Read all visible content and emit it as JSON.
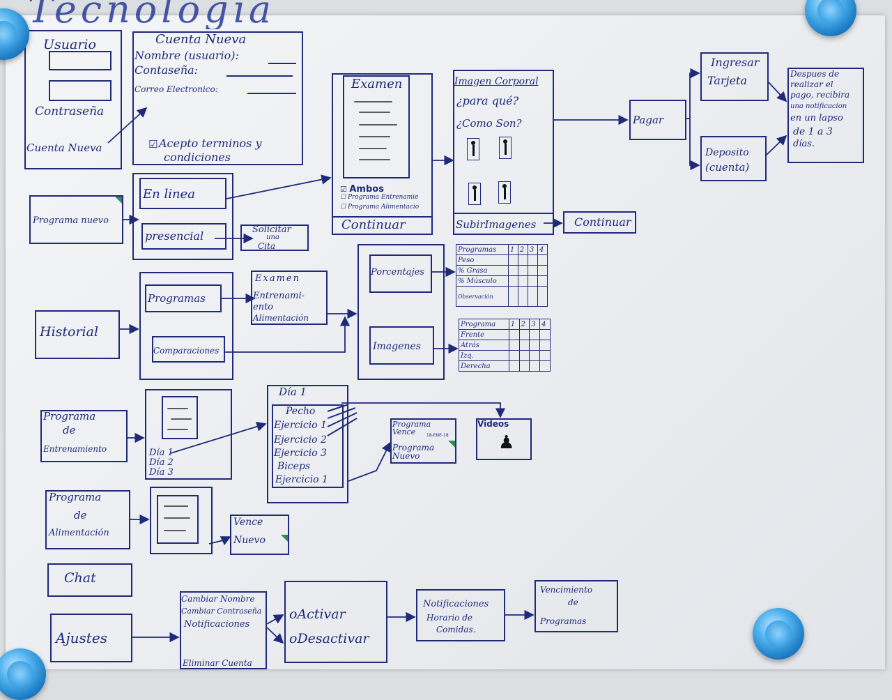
{
  "wall_title": "Tecnología",
  "login": {
    "user_label": "Usuario",
    "password_label": "Contraseña",
    "new_account_link": "Cuenta Nueva"
  },
  "new_account": {
    "title": "Cuenta Nueva",
    "name_label": "Nombre (usuario):",
    "password_label": "Contaseña:",
    "email_label": "Correo Electronico:",
    "terms_label": "Acepto terminos y",
    "terms_label_2": "condiciones"
  },
  "nuevo_programa": {
    "main": "Programa nuevo",
    "online": "En linea",
    "presencial": "presencial",
    "cita": [
      "Solicitar",
      "una",
      "Cita"
    ]
  },
  "examen": {
    "title": "Examen",
    "options": [
      "Ambos",
      "Programa Entrenamie",
      "Programa Alimentacio"
    ],
    "continue": "Continuar"
  },
  "imagen_corporal": {
    "title": "Imagen Corporal",
    "q1": "¿para qué?",
    "q2": "¿Como Son?",
    "upload": "SubirImagenes",
    "continue": "Continuar"
  },
  "pago": {
    "pay": "Pagar",
    "card": [
      "Ingresar",
      "Tarjeta"
    ],
    "deposit": [
      "Deposito",
      "(cuenta)"
    ],
    "note": [
      "Despues de",
      "realizar el",
      "pago, recibira",
      "una notificacion",
      "en un lapso",
      "de 1 a 3",
      "días."
    ]
  },
  "historial": {
    "main": "Historial",
    "programas": "Programas",
    "comparaciones": "Comparaciones",
    "exam_detail": [
      "Examen",
      "Entrenami-",
      "ento",
      "Alimentación"
    ],
    "porcentajes": "Porcentajes",
    "imagenes": "Imagenes",
    "table1": {
      "headers": [
        "Programas",
        "1",
        "2",
        "3",
        "4"
      ],
      "rows": [
        "Peso",
        "% Grasa",
        "% Músculo",
        "Observación"
      ]
    },
    "table2": {
      "headers": [
        "Programa",
        "1",
        "2",
        "3",
        "4"
      ],
      "rows": [
        "Frente",
        "Atrás",
        "Izq.",
        "Derecha"
      ]
    }
  },
  "entrenamiento": {
    "main": [
      "Programa",
      "de",
      "Entrenamiento"
    ],
    "days": [
      "Día 1",
      "Día 2",
      "Día 3"
    ],
    "day_title": "Día 1",
    "exercises": [
      "Pecho",
      "Ejercicio 1",
      "Ejercicio 2",
      "Ejercicio 3",
      "Biceps",
      "Ejercicio 1"
    ],
    "vence": "Programa Vence",
    "vence_date": "18-ENE-18",
    "nuevo": "Programa Nuevo",
    "videos": "Videos"
  },
  "alimentacion": {
    "main": [
      "Programa",
      "de",
      "Alimentación"
    ],
    "vence": "Vence",
    "nuevo": "Nuevo"
  },
  "chat": "Chat",
  "ajustes": {
    "main": "Ajustes",
    "menu": [
      "Cambiar Nombre",
      "Cambiar Contraseña",
      "Notificaciones",
      "Eliminar Cuenta"
    ],
    "activar": "oActivar",
    "desactivar": "oDesactivar",
    "notif": [
      "Notificaciones",
      "Horario de",
      "Comidas."
    ],
    "venc": [
      "Vencimiento",
      "de",
      "Programas"
    ]
  }
}
